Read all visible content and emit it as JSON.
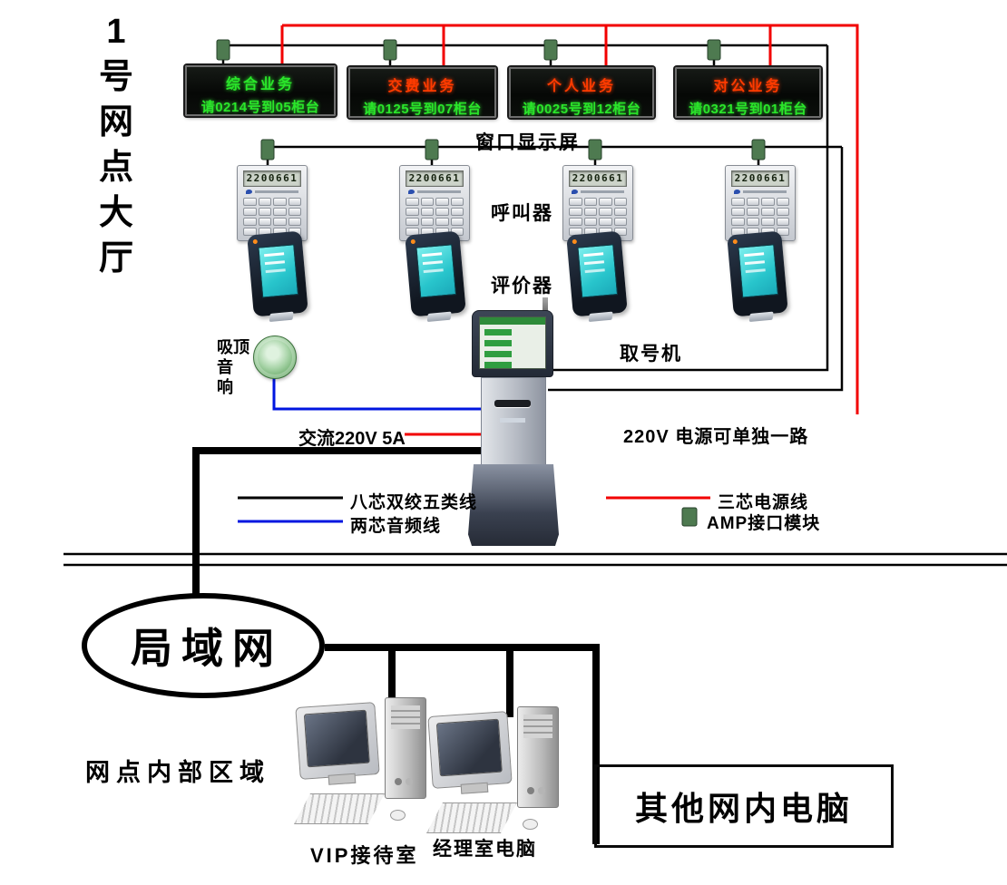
{
  "site_title": {
    "chars": [
      "1",
      "号",
      "网",
      "点",
      "大",
      "厅"
    ]
  },
  "window_displays": {
    "caption": "窗口显示屏",
    "items": [
      {
        "service": "综合业务",
        "service_color": "#2ae62a",
        "message": "请0214号到05柜台"
      },
      {
        "service": "交费业务",
        "service_color": "#ff3b00",
        "message": "请0125号到07柜台"
      },
      {
        "service": "个人业务",
        "service_color": "#ff3b00",
        "message": "请0025号到12柜台"
      },
      {
        "service": "对公业务",
        "service_color": "#ff3b00",
        "message": "请0321号到01柜台"
      }
    ]
  },
  "callers": {
    "caption": "呼叫器",
    "lcd_value": "2200661"
  },
  "evaluators": {
    "caption": "评价器"
  },
  "kiosk": {
    "caption": "取号机"
  },
  "ceiling_speaker": {
    "caption_lines": [
      "吸顶",
      "音",
      "响"
    ]
  },
  "power": {
    "ac_input": "交流220V 5A",
    "note": "220V 电源可单独一路"
  },
  "legend": {
    "cat5": "八芯双绞五类线",
    "audio": "两芯音频线",
    "power": "三芯电源线",
    "amp": "AMP接口模块"
  },
  "lan": {
    "label": "局域网"
  },
  "internal_area": {
    "label": "网点内部区域"
  },
  "workstations": [
    {
      "label": "VIP接待室"
    },
    {
      "label": "经理室电脑"
    }
  ],
  "other_computers": {
    "label": "其他网内电脑"
  },
  "colors": {
    "led_green": "#2ae62a",
    "led_red": "#ff3b00",
    "wire_black": "#000000",
    "wire_red": "#f20000",
    "wire_blue": "#0016e0",
    "amp_green": "#4e7a50"
  }
}
